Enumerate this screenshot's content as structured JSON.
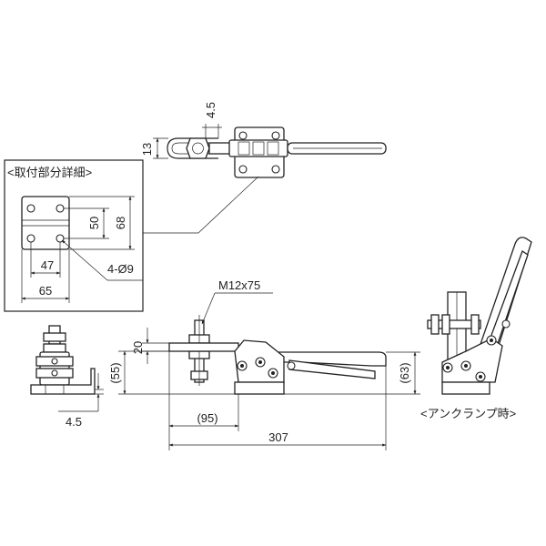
{
  "detail": {
    "title": "<取付部分詳細>",
    "dim_50": "50",
    "dim_68": "68",
    "dim_47": "47",
    "dim_65": "65",
    "holes": "4-Ø9"
  },
  "top_view": {
    "dim_4_5": "4.5",
    "dim_13": "13"
  },
  "side_view": {
    "thread": "M12x75",
    "dim_20": "20",
    "dim_55": "(55)",
    "dim_63": "(63)",
    "dim_95": "(95)",
    "dim_307": "307"
  },
  "front_view": {
    "dim_4_5": "4.5"
  },
  "unclamped_view": {
    "title": "<アンクランプ時>"
  }
}
